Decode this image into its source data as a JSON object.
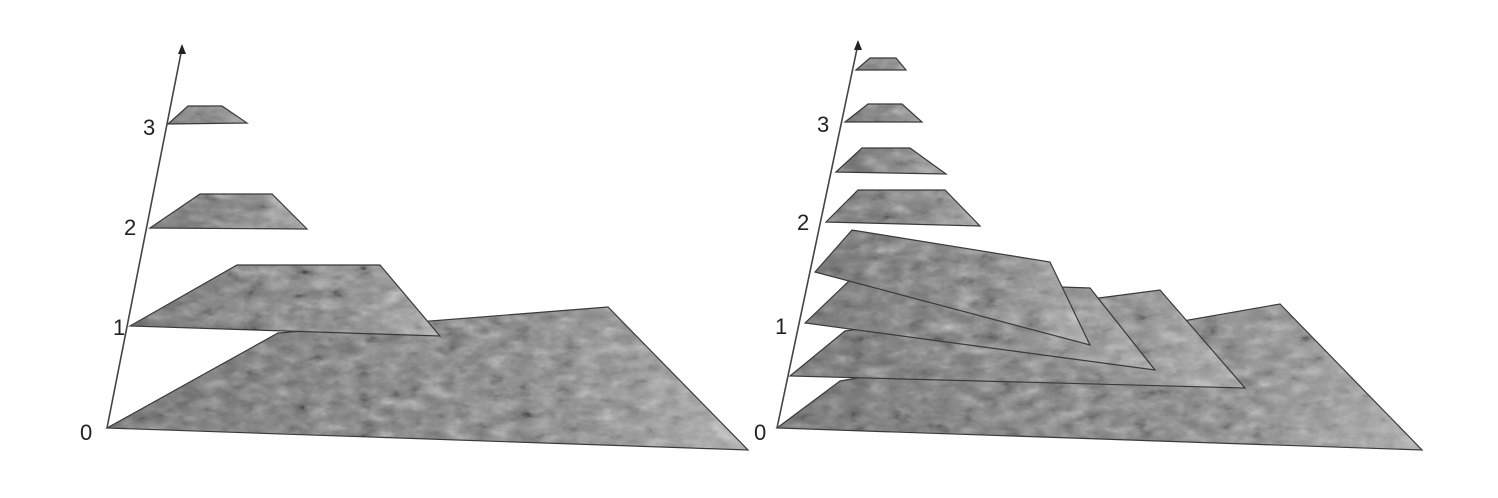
{
  "pyramids": [
    {
      "tick_labels": [
        "0",
        "1",
        "2",
        "3"
      ]
    },
    {
      "tick_labels": [
        "0",
        "1",
        "2",
        "3"
      ]
    }
  ],
  "colors": {
    "background": "#ffffff",
    "axis": "#444444",
    "label": "#222222",
    "image_base": "#7d7d7d",
    "image_dark": "#4a4a4a",
    "image_light": "#b8b8b8"
  }
}
